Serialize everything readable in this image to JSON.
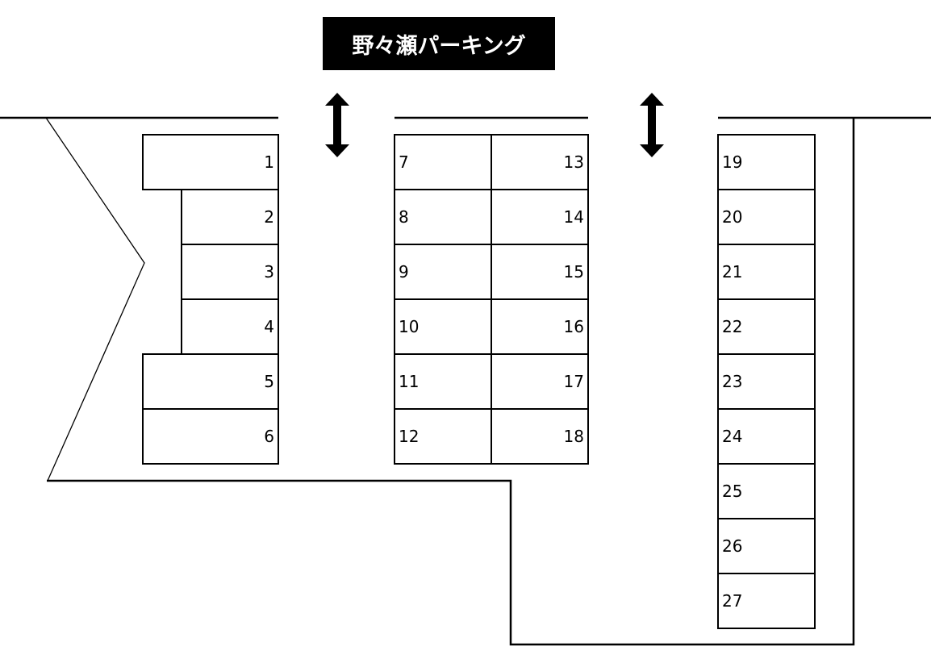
{
  "title": "野々瀬パーキング",
  "colors": {
    "line": "#000000",
    "title_bg": "#000000",
    "title_text": "#ffffff",
    "background": "#ffffff"
  },
  "entrances": [
    {
      "name": "entrance-left",
      "icon": "up-down-arrow-icon"
    },
    {
      "name": "entrance-right",
      "icon": "up-down-arrow-icon"
    }
  ],
  "spaces": {
    "s1": "1",
    "s2": "2",
    "s3": "3",
    "s4": "4",
    "s5": "5",
    "s6": "6",
    "s7": "7",
    "s8": "8",
    "s9": "9",
    "s10": "10",
    "s11": "11",
    "s12": "12",
    "s13": "13",
    "s14": "14",
    "s15": "15",
    "s16": "16",
    "s17": "17",
    "s18": "18",
    "s19": "19",
    "s20": "20",
    "s21": "21",
    "s22": "22",
    "s23": "23",
    "s24": "24",
    "s25": "25",
    "s26": "26",
    "s27": "27"
  }
}
